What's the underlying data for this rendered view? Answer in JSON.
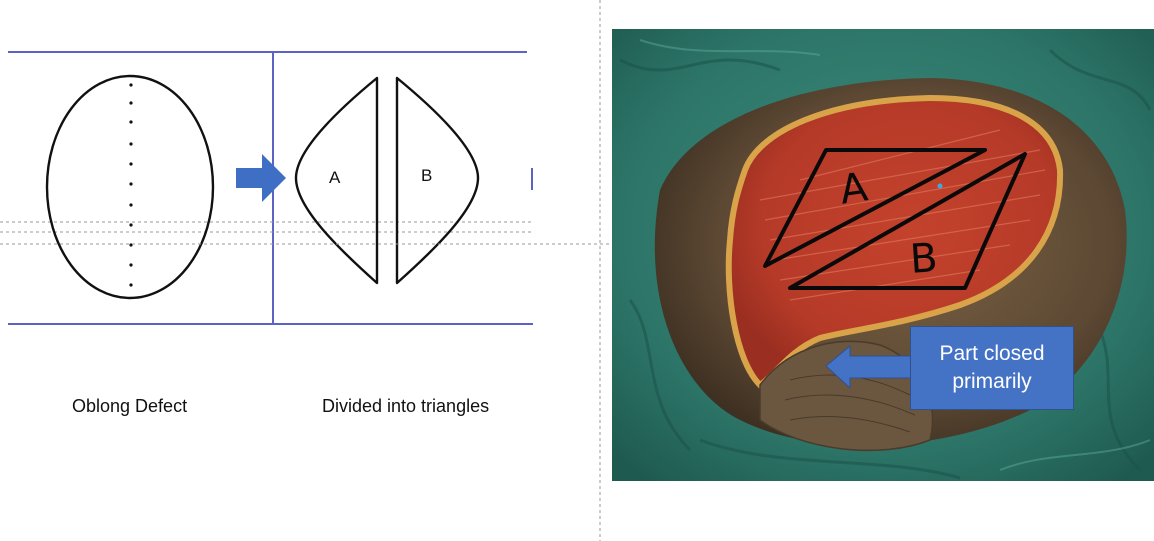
{
  "diagram": {
    "left_caption": "Oblong Defect",
    "right_caption": "Divided into triangles",
    "triangle_a_label": "A",
    "triangle_b_label": "B"
  },
  "photo": {
    "label_a": "A",
    "label_b": "B",
    "callout": {
      "line1": "Part closed",
      "line2": "primarily"
    }
  },
  "colors": {
    "frame_line": "#5c63c2",
    "arrow": "#3f6fc4",
    "callout_fill": "#4472c4",
    "drape": "#2f7a6c",
    "wound": "#c8452f",
    "skin": "#5e4a34"
  }
}
